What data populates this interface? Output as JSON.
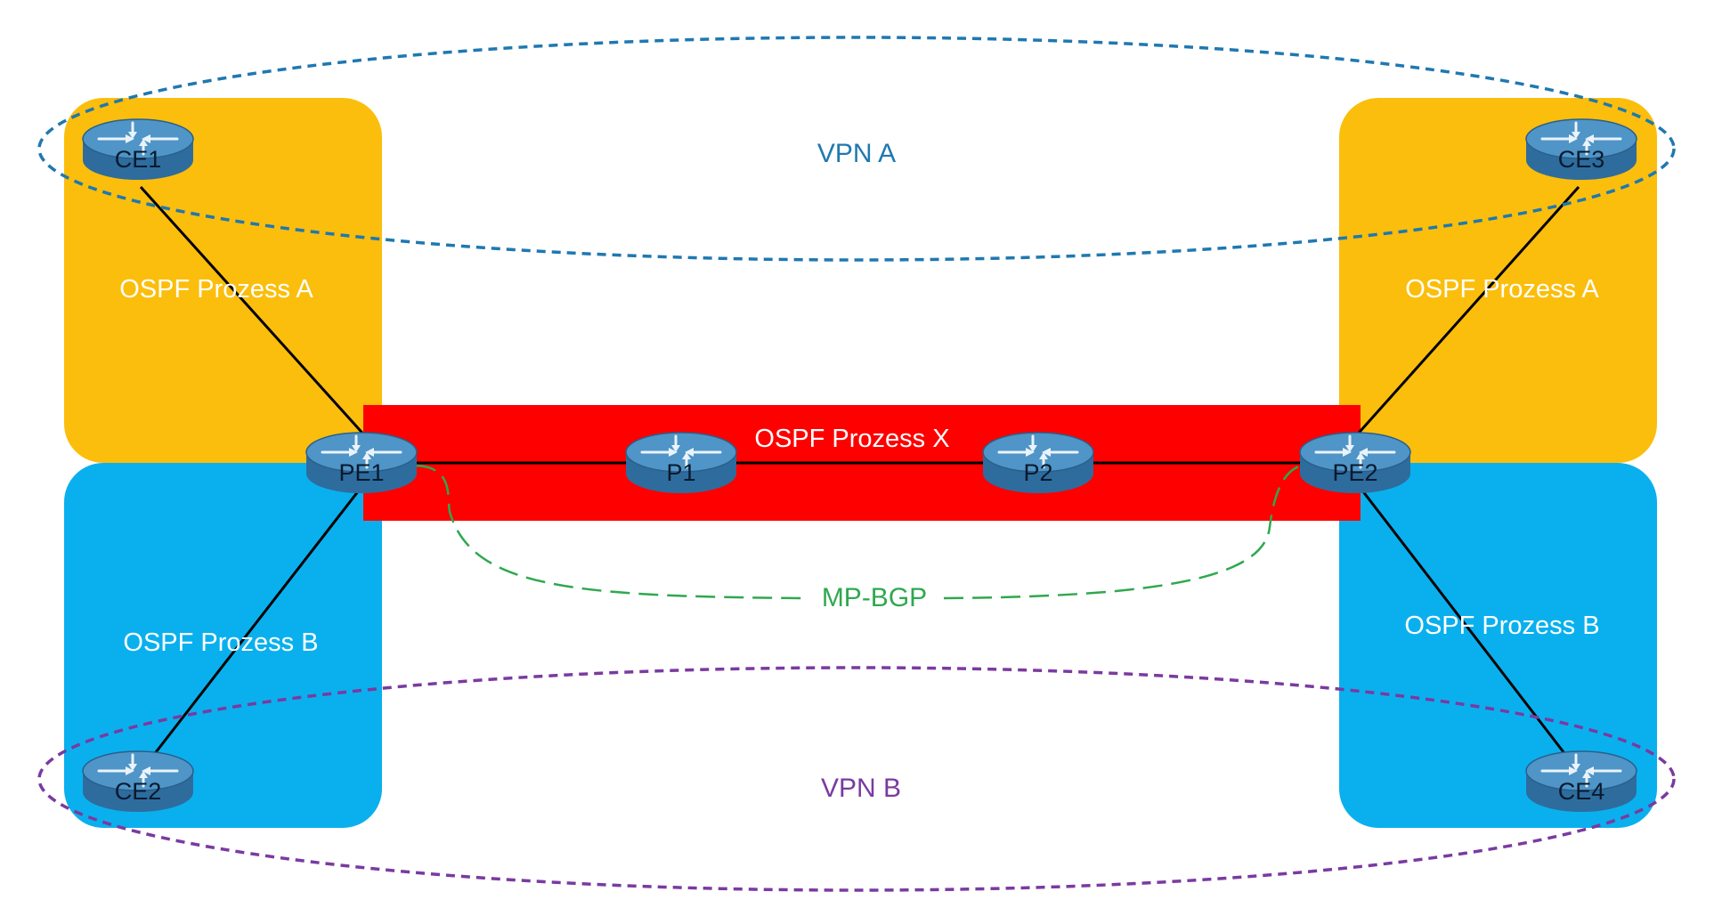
{
  "colors": {
    "ospf_a_area": "#FBBE0C",
    "ospf_b_area": "#0AB0EE",
    "ospf_x_area": "#FF0000",
    "vpn_a": "#1F78B0",
    "vpn_b": "#7A3AA0",
    "mp_bgp": "#2FA84F",
    "link": "#000000",
    "router_top": "#4F95C7",
    "router_body": "#2E6C9E"
  },
  "areas": {
    "ospf_a_left": "OSPF Prozess A",
    "ospf_a_right": "OSPF Prozess A",
    "ospf_b_left": "OSPF Prozess B",
    "ospf_b_right": "OSPF Prozess B",
    "ospf_x": "OSPF Prozess X"
  },
  "vpns": {
    "vpn_a": "VPN A",
    "vpn_b": "VPN B"
  },
  "mp_bgp": "MP-BGP",
  "routers": {
    "ce1": "CE1",
    "ce2": "CE2",
    "ce3": "CE3",
    "ce4": "CE4",
    "pe1": "PE1",
    "pe2": "PE2",
    "p1": "P1",
    "p2": "P2"
  },
  "icons": {
    "router": "router-icon"
  }
}
